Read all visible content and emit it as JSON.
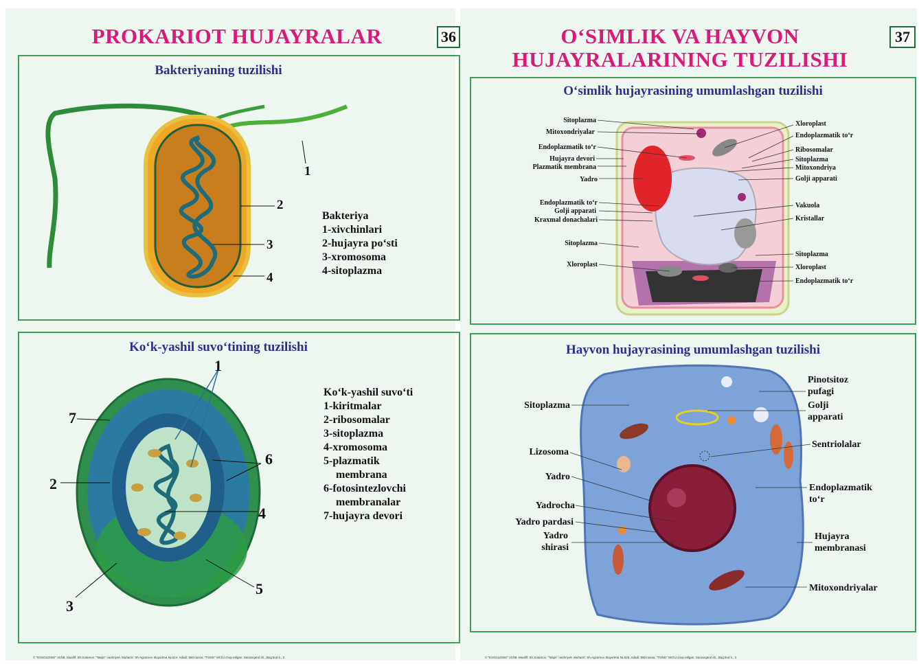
{
  "left_page": {
    "title": "PROKARIOT HUJAYRALAR",
    "page_number": "36",
    "bacteria_panel": {
      "title": "Bakteriyaning tuzilishi",
      "callouts": [
        "1",
        "2",
        "3",
        "4"
      ],
      "legend": [
        "Bakteriya",
        "1-xivchinlari",
        "2-hujayra po‘sti",
        "3-xromosoma",
        "4-sitoplazma"
      ]
    },
    "algae_panel": {
      "title": "Ko‘k-yashil suvo‘tining tuzilishi",
      "callouts": [
        "1",
        "2",
        "3",
        "4",
        "5",
        "6",
        "7"
      ],
      "legend": [
        "Ko‘k-yashil suvo‘ti",
        "1-kiritmalar",
        "2-ribosomalar",
        "3-sitoplazma",
        "4-xromosoma",
        "5-plazmatik",
        "membrana",
        "6-fotosintezlovchi",
        "membranalar",
        "7-hujayra devori"
      ]
    },
    "footer": "© \"EXSOLDING\" IIChB. Muallif: Sh.Xotamov. \"Talqin\" nashriyoti. Muharrir: Sh.Agzamov. Buyurtma № 524. Adadi: 550 nusxa. \"TONG\" MChJ chop etilgan. Samarqand sh., Bog‘dod k., 3"
  },
  "right_page": {
    "title_line1": "O‘SIMLIK VA HAYVON",
    "title_line2": "HUJAYRALARINING TUZILISHI",
    "page_number": "37",
    "plant_panel": {
      "title": "O‘simlik hujayrasining umumlashgan tuzilishi",
      "left_labels": [
        "Sitoplazma",
        "Mitoxondriyalar",
        "Endoplazmatik to‘r",
        "Hujayra devori",
        "Plazmatik membrana",
        "Yadro",
        "Endoplazmatik to‘r",
        "Golji apparati",
        "Kraxmal donachalari",
        "Sitoplazma",
        "Xloroplast"
      ],
      "right_labels": [
        "Xloroplast",
        "Endoplazmatik to‘r",
        "Ribosomalar",
        "Sitoplazma",
        "Mitoxondriya",
        "Golji apparati",
        "Vakuola",
        "Kristallar",
        "Sitoplazma",
        "Xloroplast",
        "Endoplazmatik to‘r"
      ]
    },
    "animal_panel": {
      "title": "Hayvon hujayrasining umumlashgan tuzilishi",
      "left_labels": [
        "Sitoplazma",
        "Lizosoma",
        "Yadro",
        "Yadrocha",
        "Yadro pardasi",
        "Yadro",
        "shirasi"
      ],
      "right_labels": [
        "Pinotsitoz",
        "pufagi",
        "Golji",
        "apparati",
        "Sentriolalar",
        "Endoplazmatik",
        "to‘r",
        "Hujayra",
        "membranasi",
        "Mitoxondriyalar"
      ]
    },
    "footer": "© \"EXSOLDING\" IIChB. Muallif: Sh.Xotamov. \"Talqin\" nashriyoti. Muharrir: Sh.Agzamov. Buyurtma № 525. Adadi: 550 nusxa. \"TONG\" MChJ chop etilgan. Samarqand sh., Bog‘dod k., 3"
  },
  "colors": {
    "title_magenta": "#d81b7a",
    "panel_title_blue": "#2b2f8f",
    "panel_border_green": "#3aa05a",
    "page_background": "#eef7ef"
  }
}
